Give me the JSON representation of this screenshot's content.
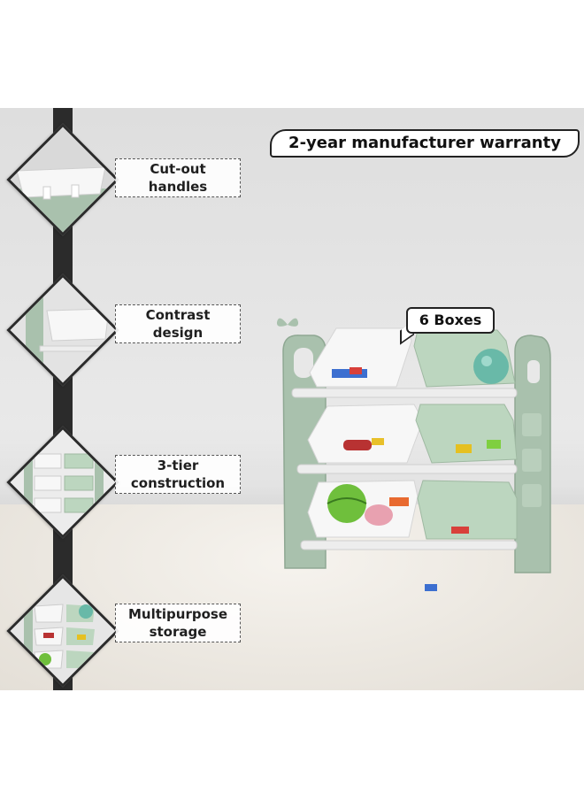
{
  "banner": {
    "warranty": "2-year manufacturer warranty",
    "boxes": "6 Boxes"
  },
  "features": [
    {
      "line1": "Cut-out",
      "line2": "handles",
      "icon": "handle-closeup-icon"
    },
    {
      "line1": "Contrast",
      "line2": "design",
      "icon": "contrast-bin-icon"
    },
    {
      "line1": "3-tier",
      "line2": "construction",
      "icon": "three-tier-icon"
    },
    {
      "line1": "Multipurpose",
      "line2": "storage",
      "icon": "toys-storage-icon"
    }
  ],
  "colors": {
    "frame_green": "#a9c1ad",
    "bin_white": "#f7f7f7",
    "bin_green": "#bcd6bf",
    "pole": "#2b2b2b"
  }
}
